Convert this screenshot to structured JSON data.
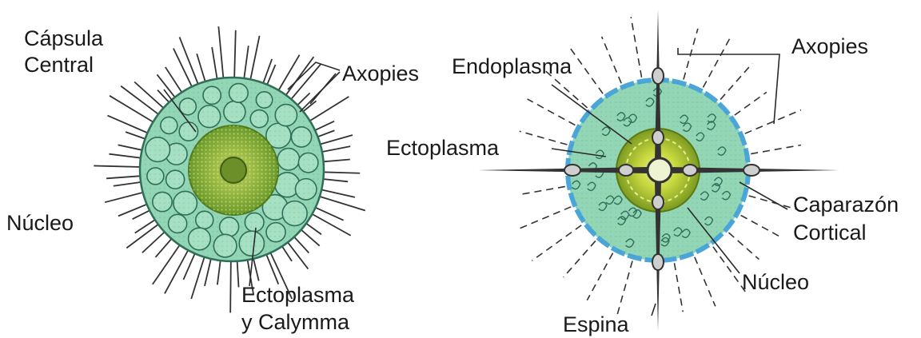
{
  "diagram": {
    "left_figure": {
      "labels": {
        "central_capsule_line1": "Cápsula",
        "central_capsule_line2": "Central",
        "axopods": "Axopies",
        "nucleus": "Núcleo",
        "ectoplasm_line1": "Ectoplasma",
        "ectoplasm_line2": "y Calymma"
      }
    },
    "right_figure": {
      "labels": {
        "endoplasm": "Endoplasma",
        "axopods": "Axopies",
        "ectoplasm": "Ectoplasma",
        "shell_line1": "Caparazón",
        "shell_line2": "Cortical",
        "nucleus": "Núcleo",
        "spine": "Espina"
      }
    },
    "colors": {
      "cytoplasm": "#8fd3b4",
      "cell_outline": "#2d6f58",
      "nucleus_outer": "#6f9a2e",
      "nucleus_inner": "#9dbb3c",
      "shell_border": "#4aa6d8",
      "spine": "#333333",
      "ink": "#1a1a1a"
    }
  }
}
